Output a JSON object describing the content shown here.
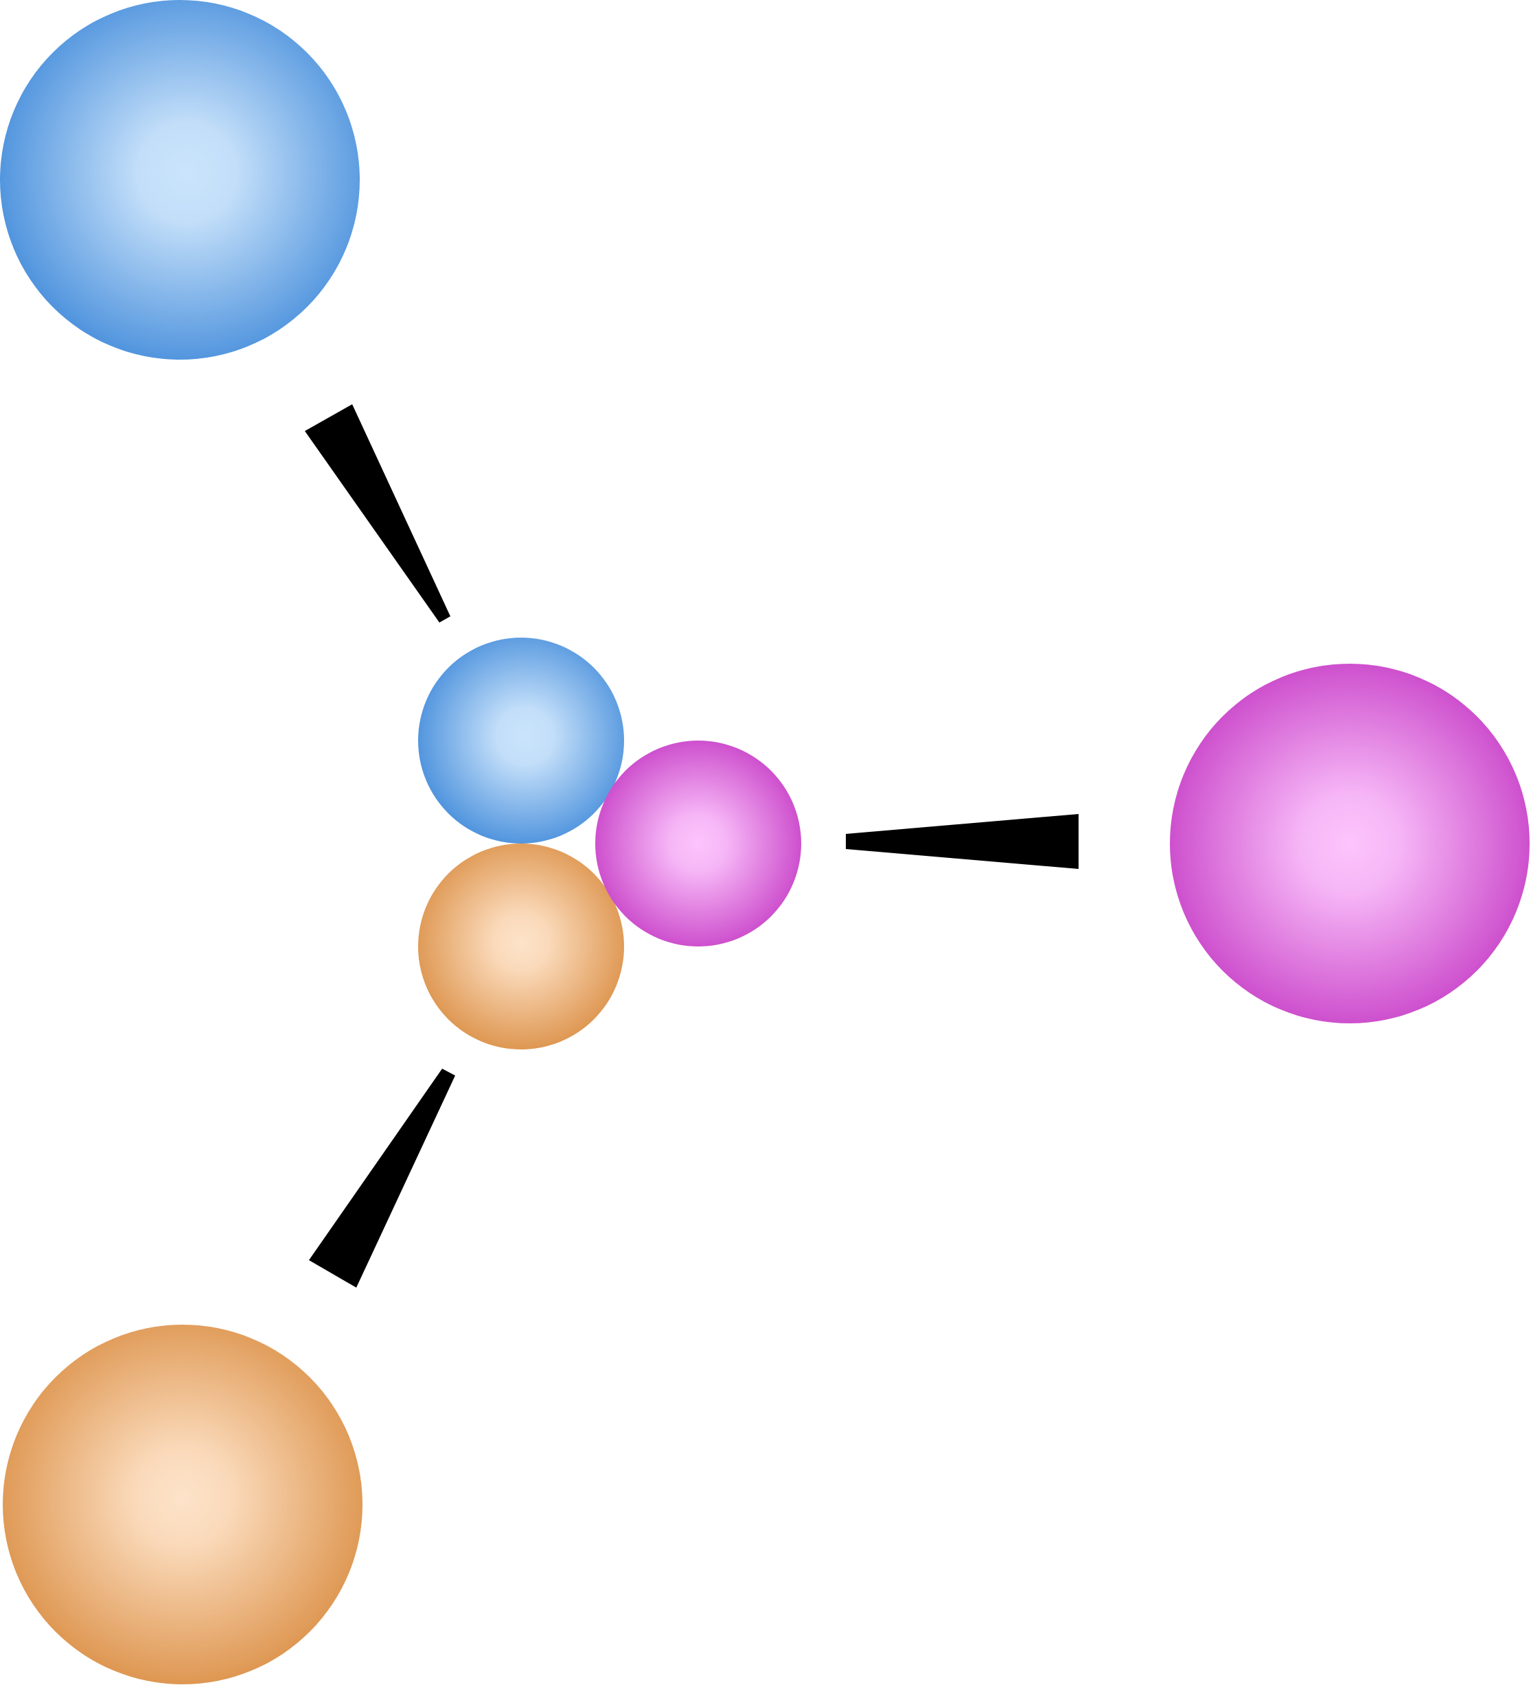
{
  "diagram": {
    "background": "#ffffff",
    "arrow_color": "#000000",
    "palette": {
      "blue": {
        "center": "#cbe4fc",
        "edge": "#4a90dc"
      },
      "orange": {
        "center": "#fde3ca",
        "edge": "#dc924a"
      },
      "magenta": {
        "center": "#fcc4fc",
        "edge": "#c842c8"
      }
    },
    "spheres": [
      {
        "name": "blue-sphere-large",
        "color": "blue"
      },
      {
        "name": "orange-sphere-large",
        "color": "orange"
      },
      {
        "name": "magenta-sphere-large",
        "color": "magenta"
      },
      {
        "name": "blue-sphere-small",
        "color": "blue"
      },
      {
        "name": "orange-sphere-small",
        "color": "orange"
      },
      {
        "name": "magenta-sphere-small",
        "color": "magenta"
      }
    ],
    "arrows": [
      {
        "name": "wedge-arrow-blue"
      },
      {
        "name": "wedge-arrow-orange"
      },
      {
        "name": "wedge-arrow-magenta"
      }
    ]
  }
}
